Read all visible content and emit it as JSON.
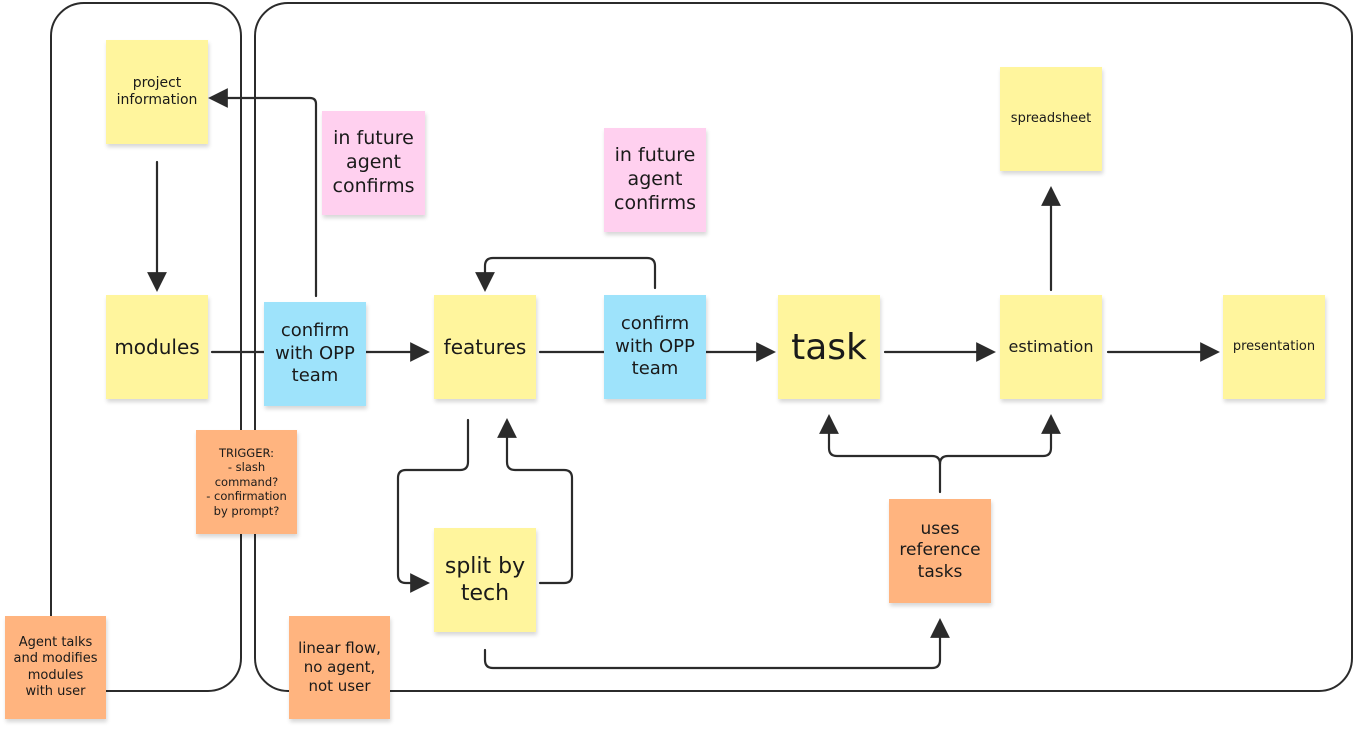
{
  "colors": {
    "yellow": "#fff59d",
    "blue": "#9ee3fb",
    "pink": "#ffd0ef",
    "orange": "#ffb47f",
    "line": "#2b2b2b"
  },
  "notes": {
    "project_information": "project\ninformation",
    "modules": "modules",
    "confirm_opp_1": "confirm\nwith OPP\nteam",
    "in_future_1": "in future\nagent\nconfirms",
    "in_future_2": "in future\nagent\nconfirms",
    "features": "features",
    "confirm_opp_2": "confirm\nwith OPP\nteam",
    "task": "task",
    "spreadsheet": "spreadsheet",
    "estimation": "estimation",
    "presentation": "presentation",
    "trigger": "TRIGGER:\n- slash\ncommand?\n- confirmation\nby prompt?",
    "split_by_tech": "split by\ntech",
    "uses_reference_tasks": "uses\nreference\ntasks",
    "agent_talks": "Agent talks\nand modifies\nmodules\nwith user",
    "linear_flow": "linear flow,\nno agent,\nnot user"
  }
}
